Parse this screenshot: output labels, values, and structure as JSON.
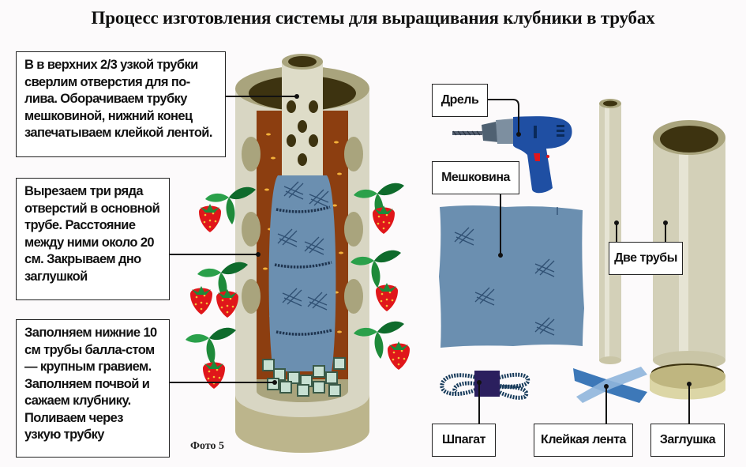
{
  "title": "Процесс изготовления системы для выращивания клубники в трубах",
  "steps": [
    {
      "text": "В в верхних 2/3 узкой трубки сверлим отверстия для по-лива. Оборачиваем трубку мешковиной, нижний конец запечатываем клейкой лентой."
    },
    {
      "text": "Вырезаем три ряда отверстий в основной трубе. Расстояние между ними около 20 см. Закрываем дно заглушкой"
    },
    {
      "text": "Заполняем нижние 10 см трубы балла-стом — крупным гравием. Заполняем почвой и сажаем клубнику. Поливаем через узкую трубку"
    }
  ],
  "materials": {
    "drill": "Дрель",
    "burlap": "Мешковина",
    "pipes": "Две трубы",
    "twine": "Шпагат",
    "tape": "Клейкая лента",
    "cap": "Заглушка"
  },
  "caption": "Фото 5",
  "colors": {
    "pipe": "#d8d6c3",
    "pipe_dark": "#a9a47d",
    "pipe_inner": "#3d3310",
    "soil": "#8c3e10",
    "burlap": "#6b8fb0",
    "drill": "#1f4fa3",
    "berry": "#e0161a",
    "leaf": "#1e8a3a"
  }
}
